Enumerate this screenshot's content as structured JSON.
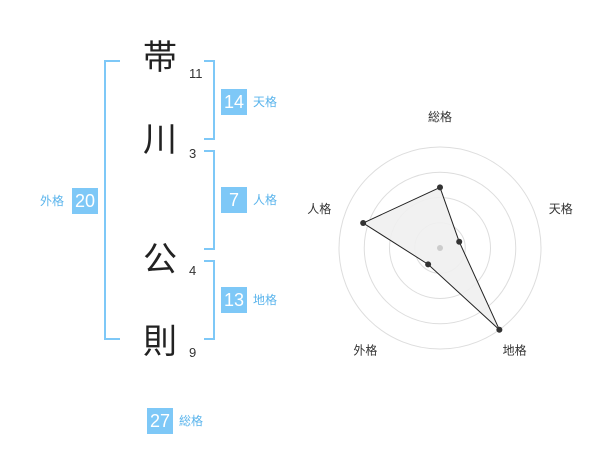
{
  "name": {
    "chars": [
      {
        "char": "帯",
        "strokes": "11"
      },
      {
        "char": "川",
        "strokes": "3"
      },
      {
        "char": "公",
        "strokes": "4"
      },
      {
        "char": "則",
        "strokes": "9"
      }
    ]
  },
  "kaku": {
    "ten": {
      "value": "14",
      "label": "天格"
    },
    "jin": {
      "value": "7",
      "label": "人格"
    },
    "chi": {
      "value": "13",
      "label": "地格"
    },
    "gai": {
      "value": "20",
      "label": "外格"
    },
    "sou": {
      "value": "27",
      "label": "総格"
    }
  },
  "chart_data": {
    "type": "radar",
    "axes": [
      "総格",
      "天格",
      "地格",
      "外格",
      "人格"
    ],
    "values": [
      3,
      1,
      5,
      1,
      4
    ],
    "max": 5,
    "rings": 4,
    "colors": {
      "fill": "#f0f0f0",
      "stroke": "#222222",
      "grid": "#dddddd",
      "point": "#333333",
      "center": "#cccccc"
    }
  },
  "colors": {
    "accent": "#7ec8f7",
    "label": "#5ab4ec"
  }
}
